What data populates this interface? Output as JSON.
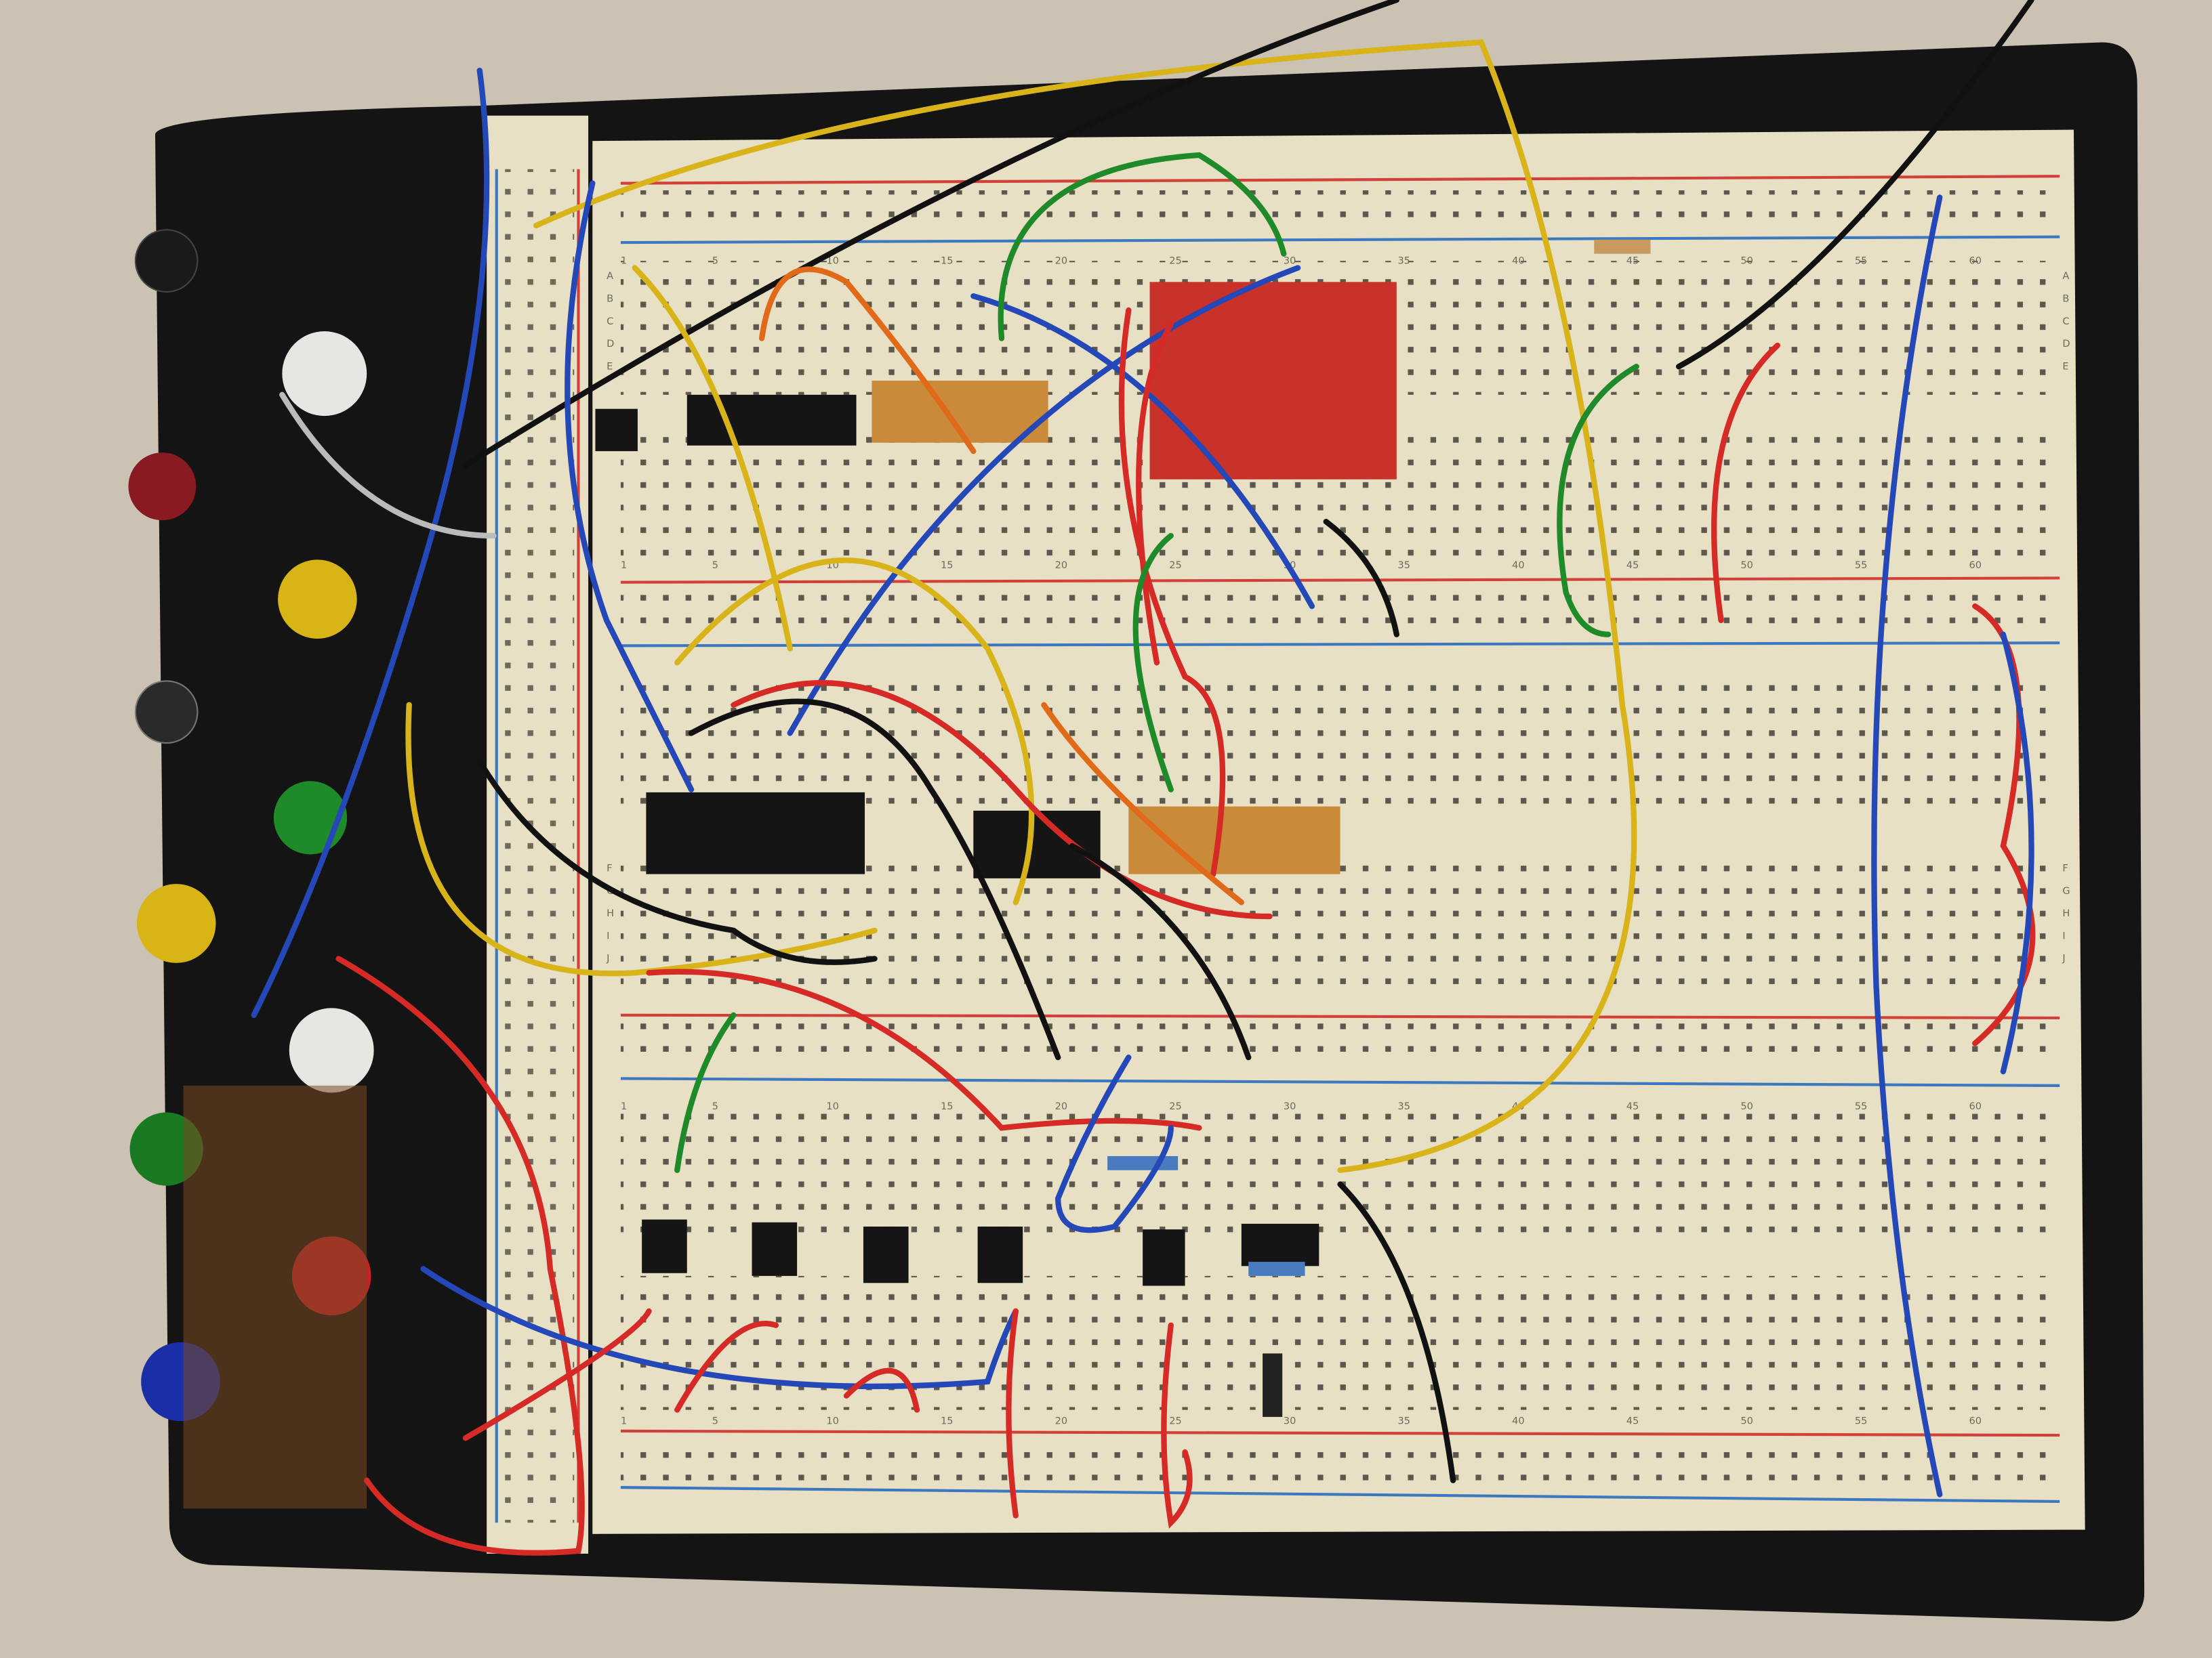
{
  "scene": {
    "subject": "breadboard",
    "column_labels": [
      "1",
      "5",
      "10",
      "15",
      "20",
      "25",
      "30",
      "35",
      "40",
      "45",
      "50",
      "55",
      "60"
    ],
    "row_labels_top": [
      "A",
      "B",
      "C",
      "D",
      "E"
    ],
    "row_labels_bottom": [
      "F",
      "G",
      "H",
      "I",
      "J"
    ]
  },
  "colors": {
    "background": "#cbc2b3",
    "base_plate": "#141414",
    "board": "#e8e0c4",
    "rail_red": "#d2403a",
    "rail_blue": "#3a78c0",
    "wire_red": "#d62a26",
    "wire_blue": "#2548b8",
    "wire_yellow": "#d8b41a",
    "wire_black": "#111111",
    "wire_green": "#1e8a2a",
    "wire_orange": "#e06a1a"
  }
}
